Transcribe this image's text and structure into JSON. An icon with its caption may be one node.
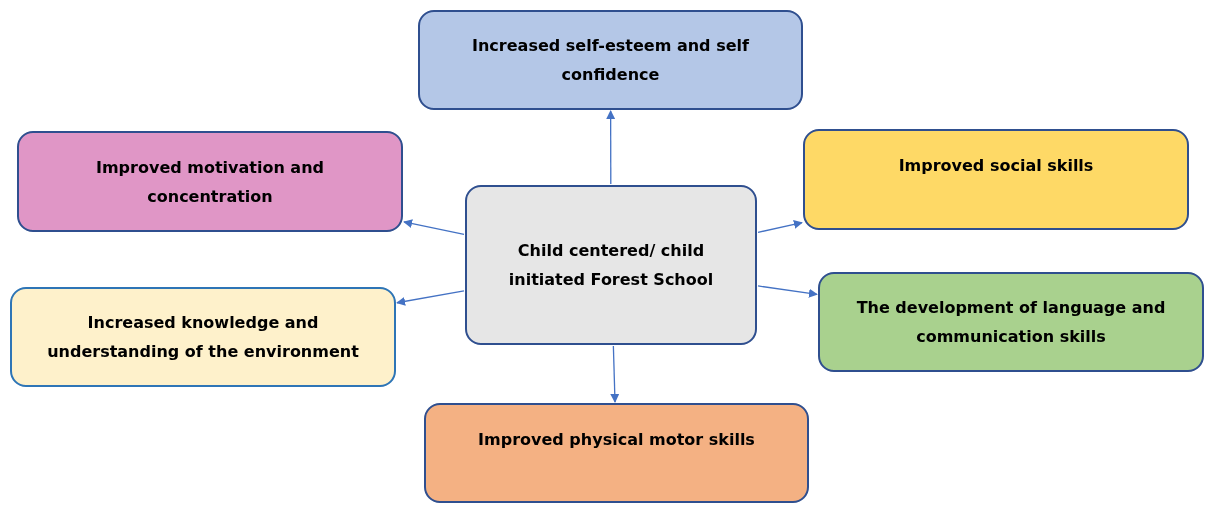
{
  "diagram": {
    "nodes": [
      {
        "text": [
          "Increased self-esteem and self confidence"
        ]
      },
      {
        "text": [
          "Improved motivation and concentration"
        ]
      },
      {
        "text": [
          "Improved social skills"
        ]
      },
      {
        "text": [
          "Child centered/ child initiated Forest School"
        ]
      },
      {
        "text": [
          "Increased knowledge and understanding of the environment"
        ]
      },
      {
        "text": [
          "The development of language and communication skills"
        ]
      },
      {
        "text": [
          "Improved physical motor skills"
        ]
      }
    ],
    "edges": [
      {
        "from": 3,
        "to": 0,
        "arrow": "to"
      },
      {
        "from": 3,
        "to": 1,
        "arrow": "to"
      },
      {
        "from": 3,
        "to": 2,
        "arrow": "to"
      },
      {
        "from": 3,
        "to": 4,
        "arrow": "to"
      },
      {
        "from": 3,
        "to": 5,
        "arrow": "to"
      },
      {
        "from": 3,
        "to": 6,
        "arrow": "to"
      }
    ]
  }
}
